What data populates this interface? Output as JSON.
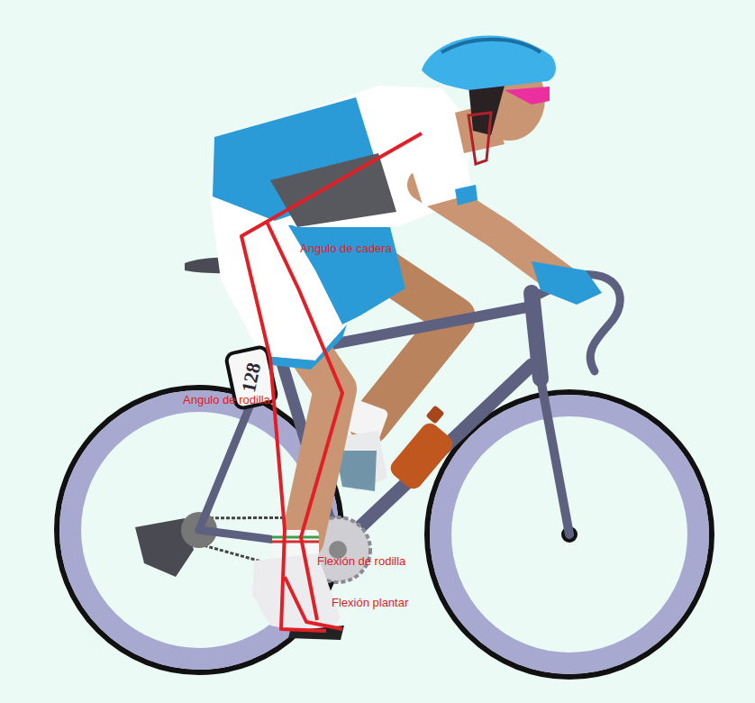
{
  "diagram": {
    "labels": [
      "Angulo de cadera",
      "Angulo de rodilla",
      "Flexión de rodilla",
      "Flexión plantar",
      "128"
    ]
  }
}
